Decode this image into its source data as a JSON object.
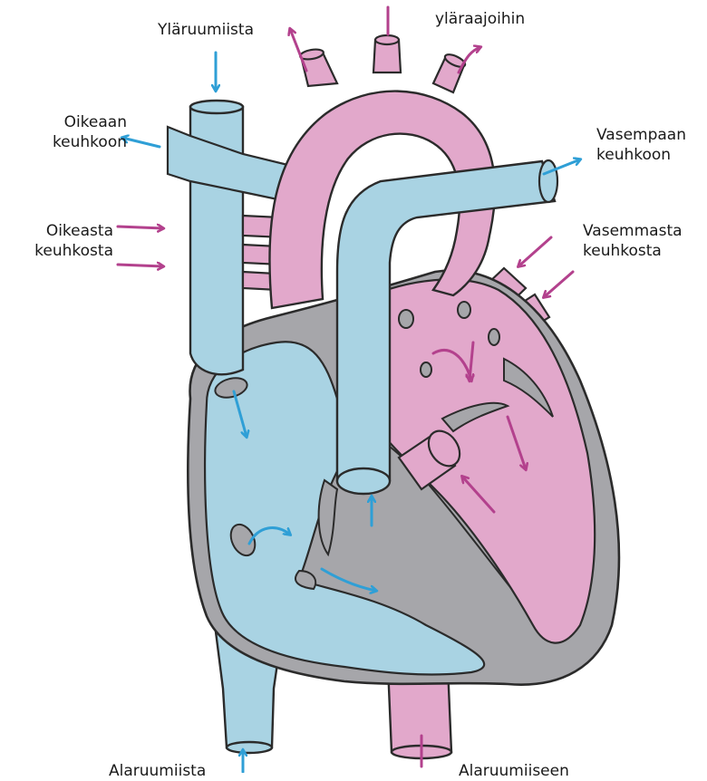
{
  "diagram": {
    "colors": {
      "deoxygenated": "#a9d3e3",
      "oxygenated": "#e2a8cb",
      "wall": "#a6a6aa",
      "outline": "#2b2b2b",
      "arrow_blue": "#2f9fd6",
      "arrow_pink": "#b3418d"
    },
    "labels": {
      "superior_vena_cava": "Yläruumiista",
      "to_upper_limbs": "yläraajoihin",
      "to_right_lung": {
        "line1": "Oikeaan",
        "line2": "keuhkoon"
      },
      "to_left_lung": {
        "line1": "Vasempaan",
        "line2": "keuhkoon"
      },
      "from_right_lung": {
        "line1": "Oikeasta",
        "line2": "keuhkosta"
      },
      "from_left_lung": {
        "line1": "Vasemmasta",
        "line2": "keuhkosta"
      },
      "inferior_vena_cava": "Alaruumiista",
      "to_lower_body": "Alaruumiiseen"
    }
  }
}
